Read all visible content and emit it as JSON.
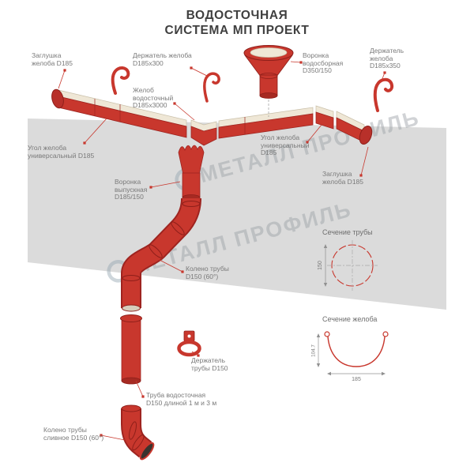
{
  "title": {
    "line1": "ВОДОСТОЧНАЯ",
    "line2": "СИСТЕМА МП ПРОЕКТ"
  },
  "watermark": {
    "text": "МЕТАЛЛ ПРОФИЛЬ"
  },
  "labels": {
    "zaglushka_left": "Заглушка\nжелоба D185",
    "derzhatel_zheloba_left": "Держатель желоба\nD185х300",
    "voronka_vodosbornaya": "Воронка\nводосборная\nD350/150",
    "derzhatel_zheloba_right": "Держатель\nжелоба\nD185х350",
    "zhelob_vodostochny": "Желоб\nводосточный\nD185х3000",
    "ugol_left": "Угол желоба\nуниверсальный D185",
    "ugol_right": "Угол желоба\nуниверсальный\nD185",
    "zaglushka_right": "Заглушка\nжелоба D185",
    "voronka_vypusknaya": "Воронка\nвыпускная\nD185/150",
    "koleno_truby": "Колено трубы\nD150 (60°)",
    "derzhatel_truby": "Держатель\nтрубы D150",
    "truba_vodostochnaya": "Труба водосточная\nD150 длиной 1 м и 3 м",
    "koleno_slivnoe": "Колено трубы\nсливное D150 (60°)",
    "sechenie_truby": "Сечение трубы",
    "sechenie_zheloba": "Сечение желоба"
  },
  "dimensions": {
    "pipe_diameter": "150",
    "gutter_depth": "104.7",
    "gutter_width": "185"
  },
  "colors": {
    "component_red": "#C8372D",
    "component_red_dark": "#8E1F1A",
    "gutter_inner_cream": "#EFE7D6",
    "plane_gray": "#DBDBDB",
    "label_gray": "#7A7A7A"
  }
}
